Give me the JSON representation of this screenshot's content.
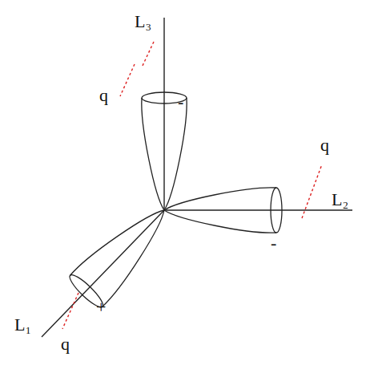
{
  "diagram": {
    "labels": [
      "L₃",
      "q",
      "-",
      "q",
      "L₂",
      "-",
      "+",
      "L₁",
      "q"
    ]
  }
}
